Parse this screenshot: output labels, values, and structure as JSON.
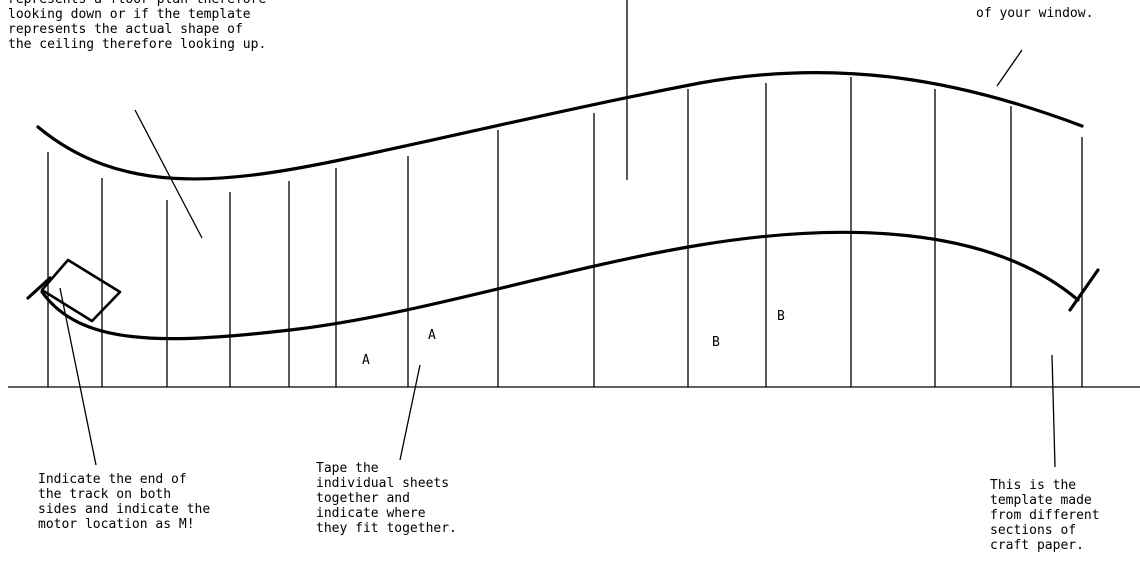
{
  "annotations": {
    "top_left_note": "represents a floor plan therefore\nlooking down or if the template\nrepresents the actual shape of\nthe ceiling therefore looking up.",
    "top_right_note": "of your window.",
    "bottom_left_note": "Indicate the end of\nthe track on both\nsides and indicate the\nmotor location as M!",
    "bottom_middle_note": "Tape the\nindividual sheets\ntogether and\nindicate where\nthey fit together.",
    "bottom_right_note": "This is the\ntemplate made\nfrom different\nsections of\ncraft paper."
  },
  "sheet_markers": {
    "a_left": "A",
    "a_right": "A",
    "b_left": "B",
    "b_right": "B"
  },
  "colors": {
    "ink": "#000000",
    "paper": "#ffffff"
  }
}
